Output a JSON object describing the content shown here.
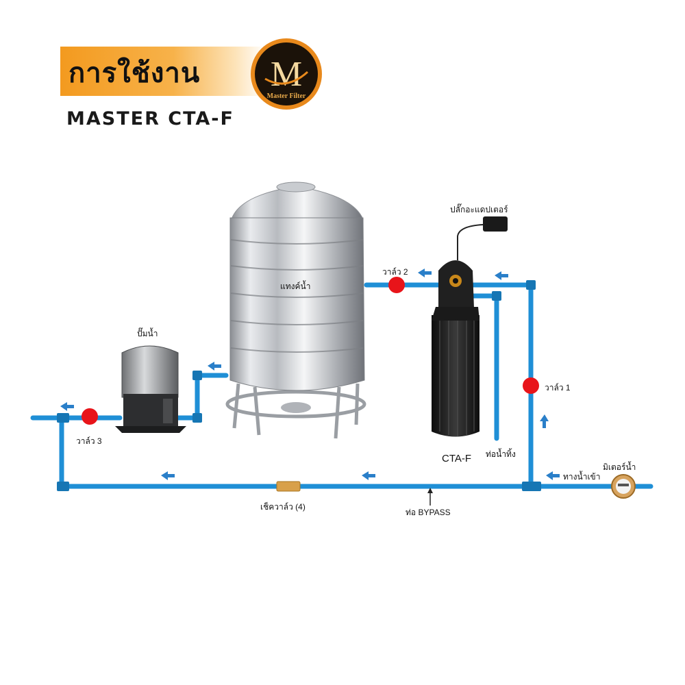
{
  "header": {
    "title": "การใช้งาน",
    "subtitle": "MASTER CTA-F",
    "logo_letter": "M",
    "logo_text": "Master Filter"
  },
  "labels": {
    "tank": "แทงค์น้ำ",
    "pump": "ปั๊มน้ำ",
    "adapter_plug": "ปลั๊กอะแดปเตอร์",
    "filter": "CTA-F",
    "drain_pipe": "ท่อน้ำทิ้ง",
    "valve_1": "วาล์ว 1",
    "valve_2": "วาล์ว 2",
    "valve_3": "วาล์ว 3",
    "check_valve": "เช็ควาล์ว (4)",
    "bypass": "ท่อ BYPASS",
    "water_inlet": "ทางน้ำเข้า",
    "water_meter": "มิเตอร์น้ำ"
  },
  "colors": {
    "pipe": "#1f8fd6",
    "pipe_dark": "#1676b4",
    "valve": "#e8141a",
    "arrow": "#2a7fc9",
    "banner": "#f39a1f",
    "logo_ring": "#e8891c"
  }
}
